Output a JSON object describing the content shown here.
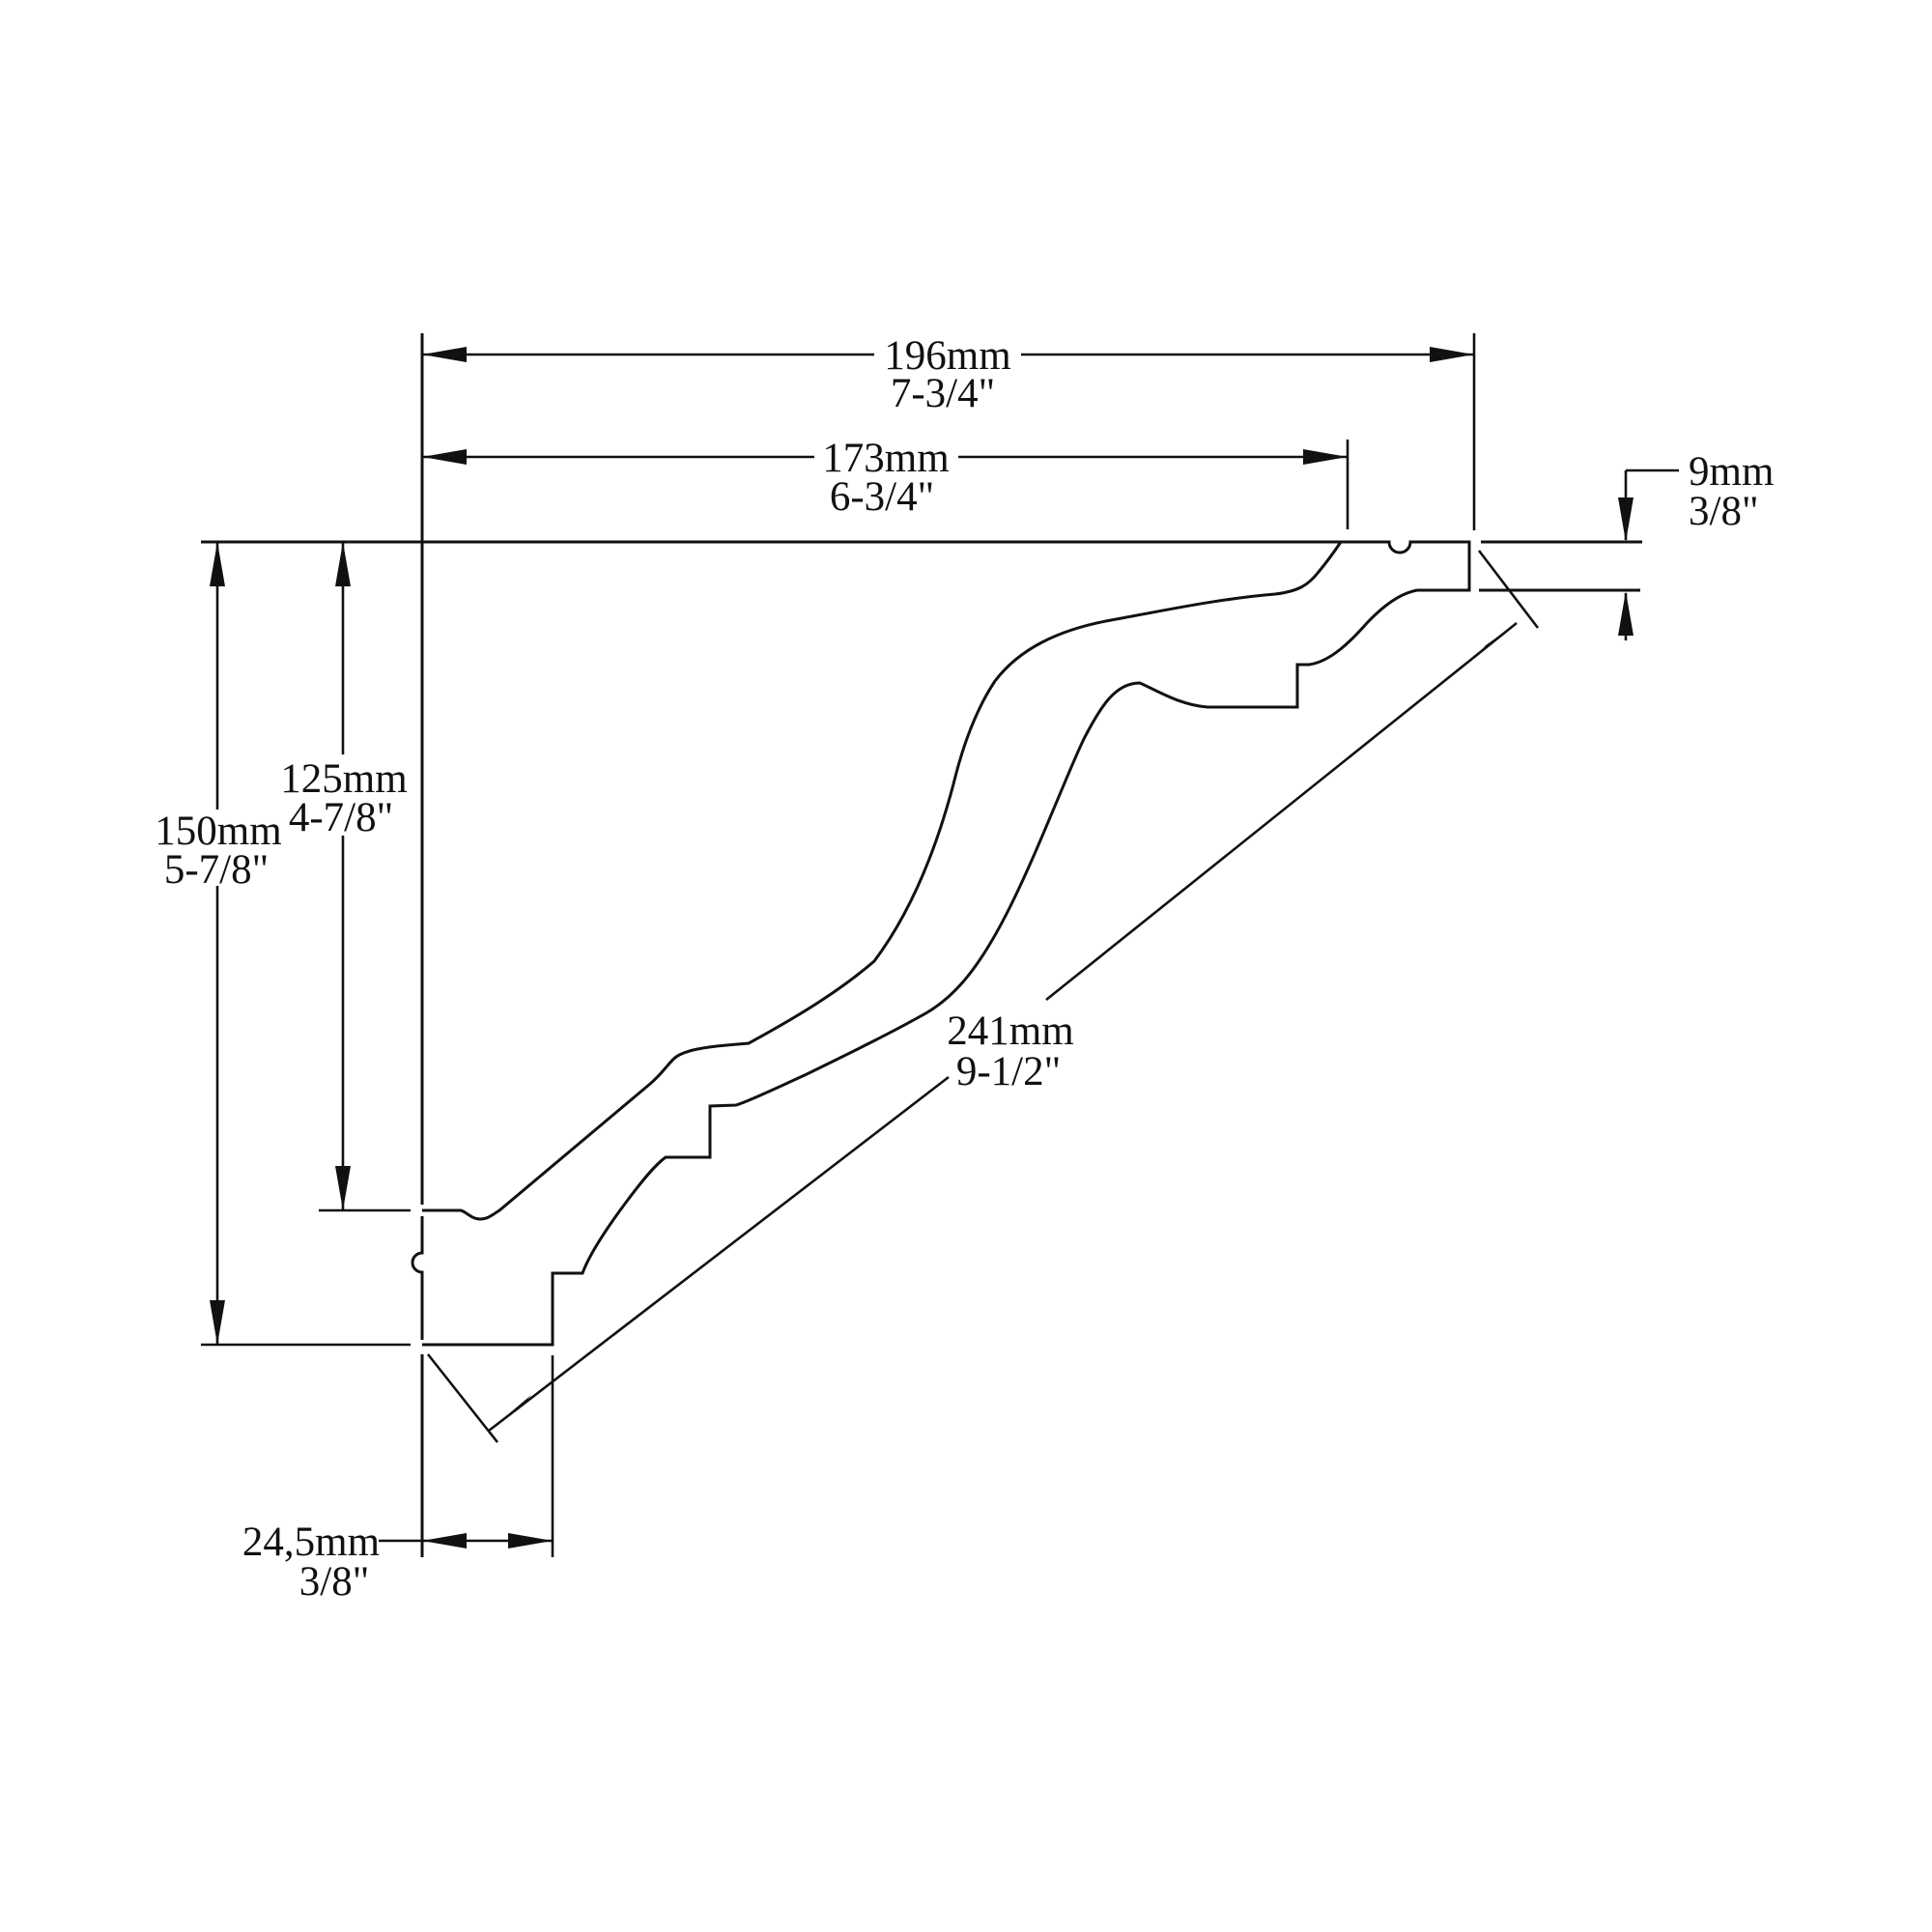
{
  "diagram": {
    "type": "crown-molding-cross-section-technical-drawing",
    "background": "#ffffff",
    "line_color": "#111111",
    "dims": {
      "total_width": {
        "mm": "196mm",
        "inch": "7-3/4\""
      },
      "face_projection": {
        "mm": "173mm",
        "inch": "6-3/4\""
      },
      "end_thickness": {
        "mm": "9mm",
        "inch": "3/8\""
      },
      "total_height": {
        "mm": "150mm",
        "inch": "5-7/8\""
      },
      "face_height": {
        "mm": "125mm",
        "inch": "4-7/8\""
      },
      "diagonal_face": {
        "mm": "241mm",
        "inch": "9-1/2\""
      },
      "bottom_width": {
        "mm": "24,5mm",
        "inch": "3/8\""
      }
    }
  }
}
